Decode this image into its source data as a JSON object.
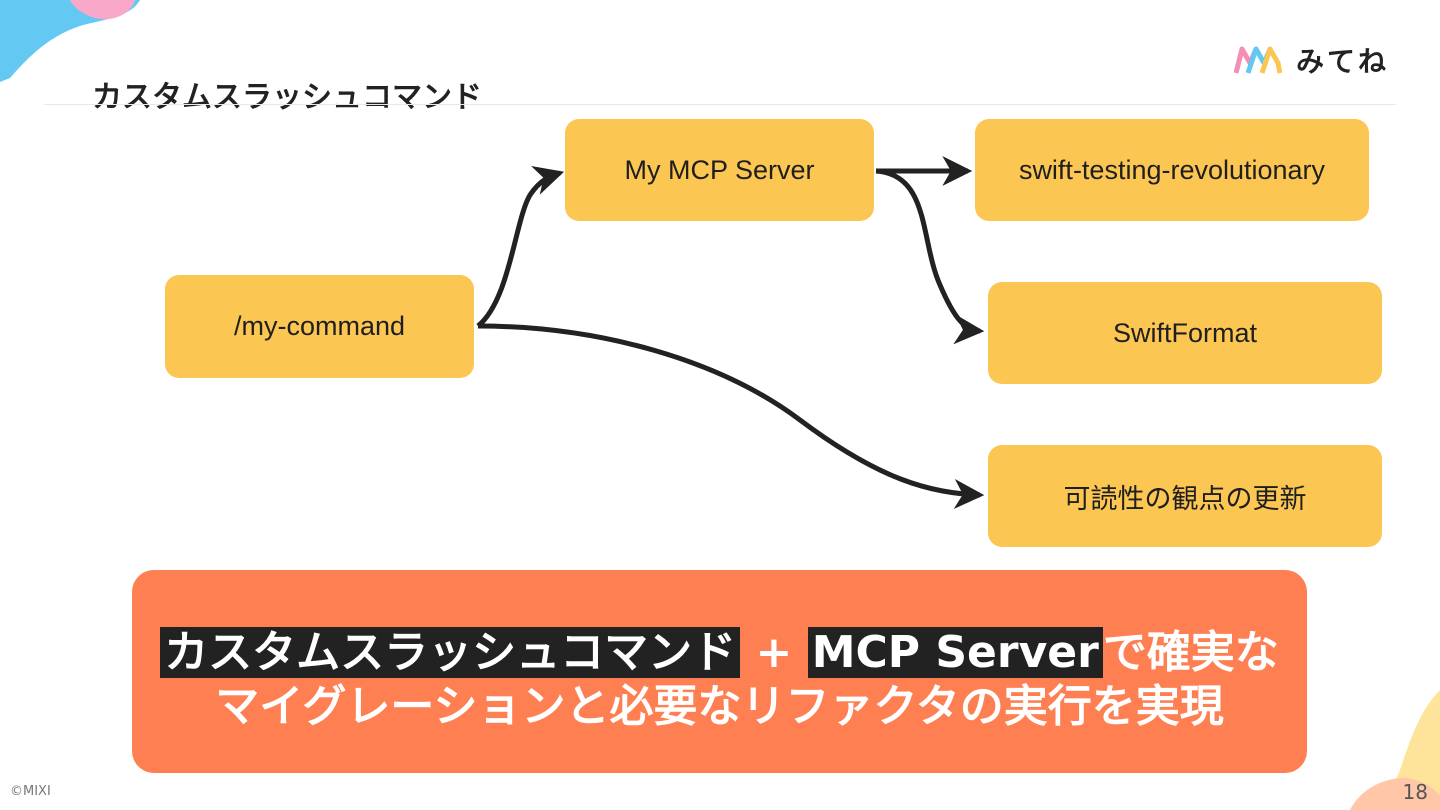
{
  "header": {
    "title": "カスタムスラッシュコマンド",
    "logo_text": "みてね"
  },
  "diagram": {
    "nodes": {
      "command": "/my-command",
      "mcp_server": "My MCP Server",
      "swift_testing": "swift-testing-revolutionary",
      "swift_format": "SwiftFormat",
      "readability": "可読性の観点の更新"
    }
  },
  "callout": {
    "line1_highlight_a": "カスタムスラッシュコマンド",
    "line1_plus": " + ",
    "line1_highlight_b": "MCP Server",
    "line1_rest": "で確実な",
    "line2": "マイグレーションと必要なリファクタの実行を実現"
  },
  "footer": {
    "copyright": "©MIXI",
    "page_number": "18"
  },
  "colors": {
    "node_fill": "#fcc652",
    "callout_fill": "#fe7f52",
    "highlight": "#222222"
  }
}
